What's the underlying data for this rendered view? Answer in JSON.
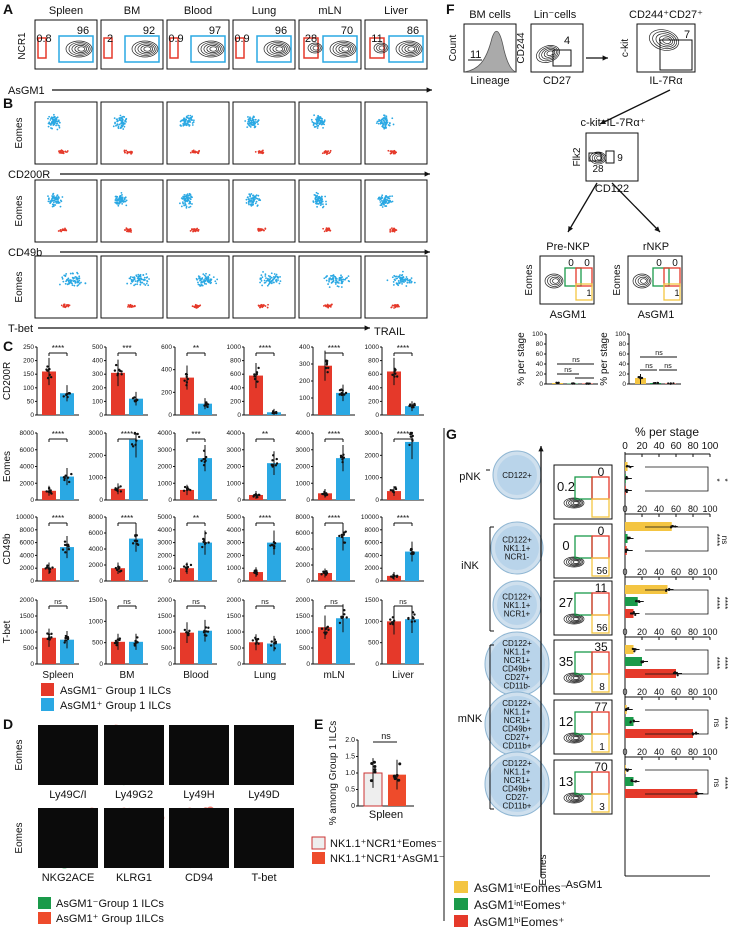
{
  "panel_labels": [
    "A",
    "B",
    "C",
    "D",
    "E",
    "F",
    "G"
  ],
  "colors": {
    "red": "#e5392a",
    "blue": "#2aa8e3",
    "green": "#1a9a4a",
    "yellow": "#f4c542",
    "orange": "#ee4b2b",
    "grey": "#777777",
    "cell": "#b9d7ec"
  },
  "panel_a": {
    "tissues": [
      "Spleen",
      "BM",
      "Blood",
      "Lung",
      "mLN",
      "Liver"
    ],
    "red_values": [
      "0.8",
      "2",
      "0.9",
      "0.9",
      "28",
      "11"
    ],
    "blue_values": [
      "96",
      "92",
      "97",
      "96",
      "70",
      "86"
    ],
    "y_label": "NCR1",
    "x_label": "AsGM1"
  },
  "panel_b": {
    "row_y_labels": [
      "Eomes",
      "Eomes",
      "Eomes"
    ],
    "row_x_labels": [
      "CD200R",
      "CD49b",
      "T-bet"
    ],
    "trail_label": "TRAIL"
  },
  "chart_data": [
    {
      "type": "bar",
      "panel": "C",
      "rows": [
        "CD200R",
        "Eomes",
        "CD49b",
        "T-bet"
      ],
      "tissues": [
        "Spleen",
        "BM",
        "Blood",
        "Lung",
        "mLN",
        "Liver"
      ],
      "groups": [
        "AsGM1⁻ Group 1 ILCs",
        "AsGM1⁺ Group 1 ILCs"
      ],
      "subplots": [
        {
          "row": "CD200R",
          "tissue": "Spleen",
          "ylim": [
            0,
            250
          ],
          "ticks": [
            "0",
            "50",
            "100",
            "150",
            "200",
            "250"
          ],
          "values": [
            160,
            80
          ],
          "sig": "****"
        },
        {
          "row": "CD200R",
          "tissue": "BM",
          "ylim": [
            0,
            500
          ],
          "ticks": [
            "0",
            "100",
            "200",
            "300",
            "400",
            "500"
          ],
          "values": [
            310,
            120
          ],
          "sig": "***"
        },
        {
          "row": "CD200R",
          "tissue": "Blood",
          "ylim": [
            0,
            600
          ],
          "ticks": [
            "0",
            "200",
            "400",
            "600"
          ],
          "values": [
            330,
            100
          ],
          "sig": "**"
        },
        {
          "row": "CD200R",
          "tissue": "Lung",
          "ylim": [
            0,
            1000
          ],
          "ticks": [
            "0",
            "200",
            "400",
            "600",
            "800",
            "1000"
          ],
          "values": [
            580,
            40
          ],
          "sig": "****"
        },
        {
          "row": "CD200R",
          "tissue": "mLN",
          "ylim": [
            0,
            400
          ],
          "ticks": [
            "0",
            "100",
            "200",
            "300",
            "400"
          ],
          "values": [
            290,
            130
          ],
          "sig": "****"
        },
        {
          "row": "CD200R",
          "tissue": "Liver",
          "ylim": [
            0,
            1000
          ],
          "ticks": [
            "0",
            "200",
            "400",
            "600",
            "800",
            "1000"
          ],
          "values": [
            640,
            130
          ],
          "sig": "****"
        },
        {
          "row": "Eomes",
          "tissue": "Spleen",
          "ylim": [
            0,
            8000
          ],
          "ticks": [
            "0",
            "2000",
            "4000",
            "6000",
            "8000"
          ],
          "values": [
            1100,
            2800
          ],
          "sig": "****"
        },
        {
          "row": "Eomes",
          "tissue": "BM",
          "ylim": [
            0,
            3000
          ],
          "ticks": [
            "0",
            "1000",
            "2000",
            "3000"
          ],
          "values": [
            500,
            2700
          ],
          "sig": "****"
        },
        {
          "row": "Eomes",
          "tissue": "Blood",
          "ylim": [
            0,
            4000
          ],
          "ticks": [
            "0",
            "1000",
            "2000",
            "3000",
            "4000"
          ],
          "values": [
            600,
            2500
          ],
          "sig": "***"
        },
        {
          "row": "Eomes",
          "tissue": "Lung",
          "ylim": [
            0,
            4000
          ],
          "ticks": [
            "0",
            "1000",
            "2000",
            "3000",
            "4000"
          ],
          "values": [
            300,
            2200
          ],
          "sig": "**"
        },
        {
          "row": "Eomes",
          "tissue": "mLN",
          "ylim": [
            0,
            4000
          ],
          "ticks": [
            "0",
            "1000",
            "2000",
            "3000",
            "4000"
          ],
          "values": [
            400,
            2500
          ],
          "sig": "****"
        },
        {
          "row": "Eomes",
          "tissue": "Liver",
          "ylim": [
            0,
            3000
          ],
          "ticks": [
            "0",
            "1000",
            "2000",
            "3000"
          ],
          "values": [
            400,
            2600
          ],
          "sig": "****"
        },
        {
          "row": "CD49b",
          "tissue": "Spleen",
          "ylim": [
            0,
            10000
          ],
          "ticks": [
            "0",
            "2000",
            "4000",
            "6000",
            "8000",
            "10000"
          ],
          "values": [
            2000,
            5300
          ],
          "sig": "****"
        },
        {
          "row": "CD49b",
          "tissue": "BM",
          "ylim": [
            0,
            8000
          ],
          "ticks": [
            "0",
            "2000",
            "4000",
            "6000",
            "8000"
          ],
          "values": [
            1600,
            5300
          ],
          "sig": "****"
        },
        {
          "row": "CD49b",
          "tissue": "Blood",
          "ylim": [
            0,
            5000
          ],
          "ticks": [
            "0",
            "1000",
            "2000",
            "3000",
            "4000",
            "5000"
          ],
          "values": [
            1000,
            3000
          ],
          "sig": "**"
        },
        {
          "row": "CD49b",
          "tissue": "Lung",
          "ylim": [
            0,
            5000
          ],
          "ticks": [
            "0",
            "1000",
            "2000",
            "3000",
            "4000",
            "5000"
          ],
          "values": [
            700,
            3000
          ],
          "sig": "****"
        },
        {
          "row": "CD49b",
          "tissue": "mLN",
          "ylim": [
            0,
            8000
          ],
          "ticks": [
            "0",
            "2000",
            "4000",
            "6000",
            "8000"
          ],
          "values": [
            1000,
            5500
          ],
          "sig": "****"
        },
        {
          "row": "CD49b",
          "tissue": "Liver",
          "ylim": [
            0,
            10000
          ],
          "ticks": [
            "0",
            "2000",
            "4000",
            "6000",
            "8000",
            "10000"
          ],
          "values": [
            800,
            4600
          ],
          "sig": "****"
        },
        {
          "row": "T-bet",
          "tissue": "Spleen",
          "ylim": [
            0,
            2000
          ],
          "ticks": [
            "0",
            "500",
            "1000",
            "1500",
            "2000"
          ],
          "values": [
            820,
            760
          ],
          "sig": "ns"
        },
        {
          "row": "T-bet",
          "tissue": "BM",
          "ylim": [
            0,
            1500
          ],
          "ticks": [
            "0",
            "500",
            "1000",
            "1500"
          ],
          "values": [
            520,
            520
          ],
          "sig": "ns"
        },
        {
          "row": "T-bet",
          "tissue": "Blood",
          "ylim": [
            0,
            2000
          ],
          "ticks": [
            "0",
            "500",
            "1000",
            "1500",
            "2000"
          ],
          "values": [
            980,
            1040
          ],
          "sig": "ns"
        },
        {
          "row": "T-bet",
          "tissue": "Lung",
          "ylim": [
            0,
            2000
          ],
          "ticks": [
            "0",
            "500",
            "1000",
            "1500",
            "2000"
          ],
          "values": [
            680,
            640
          ],
          "sig": "ns"
        },
        {
          "row": "T-bet",
          "tissue": "mLN",
          "ylim": [
            0,
            2000
          ],
          "ticks": [
            "0",
            "500",
            "1000",
            "1500",
            "2000"
          ],
          "values": [
            1150,
            1430
          ],
          "sig": "ns"
        },
        {
          "row": "T-bet",
          "tissue": "Liver",
          "ylim": [
            0,
            1500
          ],
          "ticks": [
            "0",
            "500",
            "1000",
            "1500"
          ],
          "values": [
            1000,
            1050
          ],
          "sig": "ns"
        }
      ]
    },
    {
      "type": "bar",
      "panel": "E",
      "categories": [
        "NK1.1⁺NCR1⁺Eomes⁻",
        "NK1.1⁺NCR1⁺AsGM1⁻"
      ],
      "values": [
        1.0,
        0.95
      ],
      "ylabel": "% among Group 1 ILCs",
      "xlabel": "Spleen",
      "ylim": [
        0,
        2.0
      ],
      "ticks": [
        "0",
        "0.5",
        "1.0",
        "1.5",
        "2.0"
      ],
      "sig": "ns"
    },
    {
      "type": "bar",
      "panel": "F",
      "ylabel": "% per stage",
      "ylim": [
        0,
        100
      ],
      "ticks": [
        "0",
        "20",
        "40",
        "60",
        "80",
        "100"
      ],
      "subplots": [
        {
          "name": "Pre-NKP",
          "values": [
            2,
            1,
            1
          ],
          "sig": [
            "ns",
            "ns"
          ]
        },
        {
          "name": "rNKP",
          "values": [
            12,
            2,
            1
          ],
          "sig": [
            "ns",
            "ns",
            "ns"
          ]
        }
      ]
    },
    {
      "type": "bar",
      "panel": "G",
      "title": "% per stage",
      "xlim": [
        0,
        100
      ],
      "ticks": [
        "0",
        "20",
        "40",
        "60",
        "80",
        "100"
      ],
      "series_names": [
        "AsGM1ⁱⁿᵗEomes⁻",
        "AsGM1ⁱⁿᵗEomes⁺",
        "AsGM1ʰⁱEomes⁺"
      ],
      "rows": [
        {
          "stage": "CD122+",
          "values": [
            3,
            1,
            1
          ],
          "sig": [
            "*",
            "*",
            "ns"
          ]
        },
        {
          "stage": "CD122+ NK1.1+ NCR1-",
          "values": [
            55,
            3,
            2
          ],
          "sig": [
            "****",
            "ns"
          ]
        },
        {
          "stage": "CD122+ NK1.1+ NCR1+",
          "values": [
            50,
            15,
            10
          ],
          "sig": [
            "****",
            "****"
          ]
        },
        {
          "stage": "CD122+ NK1.1+ NCR1+ CD49b+ CD27+ CD11b-",
          "values": [
            10,
            20,
            60
          ],
          "sig": [
            "****",
            "****",
            "****"
          ]
        },
        {
          "stage": "CD122+ NK1.1+ NCR1+ CD49b+ CD27+ CD11b+",
          "values": [
            2,
            10,
            80
          ],
          "sig": [
            "ns",
            "****",
            "****"
          ]
        },
        {
          "stage": "CD122+ NK1.1+ NCR1+ CD49b+ CD27- CD11b+",
          "values": [
            1,
            10,
            85
          ],
          "sig": [
            "ns",
            "****",
            "****"
          ]
        }
      ]
    }
  ],
  "panel_c_legend": [
    "AsGM1⁻ Group 1 ILCs",
    "AsGM1⁺ Group 1 ILCs"
  ],
  "panel_d": {
    "row1": [
      "Ly49C/I",
      "Ly49G2",
      "Ly49H",
      "Ly49D"
    ],
    "row2": [
      "NKG2ACE",
      "KLRG1",
      "CD94",
      "T-bet"
    ],
    "y_label": "Eomes",
    "legend": [
      "AsGM1⁻Group 1 ILCs",
      "AsGM1⁺ Group 1ILCs"
    ]
  },
  "panel_e_legend": [
    "NK1.1⁺NCR1⁺Eomes⁻",
    "NK1.1⁺NCR1⁺AsGM1⁻"
  ],
  "panel_f": {
    "bm_title": "BM cells",
    "lin_title": "Lin⁻cells",
    "cd244_title": "CD244⁺CD27⁺",
    "count": "Count",
    "lineage": "Lineage",
    "hist_value": "11",
    "cd244": "CD244",
    "cd27": "CD27",
    "lin_value": "4",
    "ckit": "c-kit",
    "il7ra": "IL-7Rα",
    "ckit_value": "7",
    "ckit_title": "c-kit⁻IL-7Rα⁺",
    "flk2": "Flk2",
    "cd122": "CD122",
    "gate_28": "28",
    "gate_9": "9",
    "prenkp": "Pre-NKP",
    "rnkp": "rNKP",
    "eomes": "Eomes",
    "asgm1": "AsGM1",
    "prenkp_vals": [
      "0",
      "0",
      "1"
    ],
    "rnkp_vals": [
      "0",
      "0",
      "1"
    ]
  },
  "panel_g": {
    "stage_labels": [
      "pNK",
      "iNK",
      "mNK"
    ],
    "cells": [
      [
        "CD122+"
      ],
      [
        "CD122+",
        "NK1.1+",
        "NCR1-"
      ],
      [
        "CD122+",
        "NK1.1+",
        "NCR1+"
      ],
      [
        "CD122+",
        "NK1.1+",
        "NCR1+",
        "CD49b+",
        "CD27+",
        "CD11b-"
      ],
      [
        "CD122+",
        "NK1.1+",
        "NCR1+",
        "CD49b+",
        "CD27+",
        "CD11b+"
      ],
      [
        "CD122+",
        "NK1.1+",
        "NCR1+",
        "CD49b+",
        "CD27-",
        "CD11b+"
      ]
    ],
    "green_vals": [
      "0.2",
      "0",
      "27",
      "35",
      "12",
      "13"
    ],
    "red_vals": [
      "0",
      "0",
      "11",
      "35",
      "77",
      "70"
    ],
    "yellow_vals": [
      "",
      "56",
      "56",
      "8",
      "1",
      "3"
    ],
    "y_label": "Eomes",
    "x_label": "AsGM1",
    "legend": [
      "AsGM1ⁱⁿᵗEomes⁻",
      "AsGM1ⁱⁿᵗEomes⁺",
      "AsGM1ʰⁱEomes⁺"
    ]
  }
}
